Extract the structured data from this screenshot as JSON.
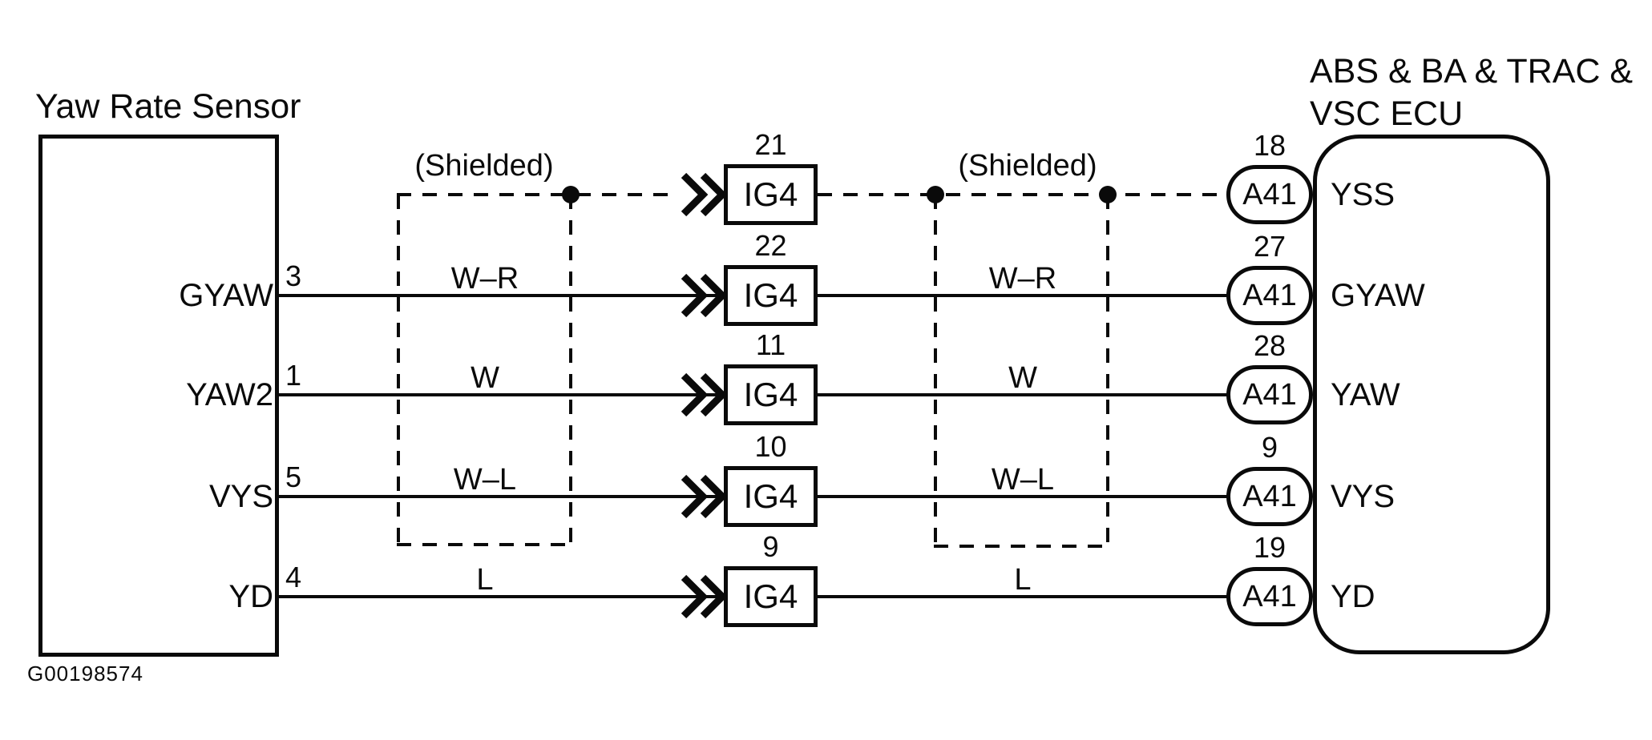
{
  "diagram": {
    "figure_id": "G00198574",
    "colors": {
      "line": "#0a0a0a",
      "background": "#ffffff"
    },
    "sensor": {
      "title": "Yaw Rate Sensor"
    },
    "ecu": {
      "title_line1": "ABS & BA & TRAC &",
      "title_line2": "VSC ECU",
      "connector": "A41"
    },
    "inline_connector": "IG4",
    "shield": {
      "left_label": "(Shielded)",
      "right_label": "(Shielded)"
    },
    "rows": [
      {
        "signal": "YSS",
        "ig4_pin": "21",
        "ecu_pin": "18",
        "wire_type": "shield-drain"
      },
      {
        "sensor_label": "GYAW",
        "sensor_pin": "3",
        "wire_left": "W–R",
        "ig4_pin": "22",
        "wire_right": "W–R",
        "ecu_pin": "27",
        "signal": "GYAW"
      },
      {
        "sensor_label": "YAW2",
        "sensor_pin": "1",
        "wire_left": "W",
        "ig4_pin": "11",
        "wire_right": "W",
        "ecu_pin": "28",
        "signal": "YAW"
      },
      {
        "sensor_label": "VYS",
        "sensor_pin": "5",
        "wire_left": "W–L",
        "ig4_pin": "10",
        "wire_right": "W–L",
        "ecu_pin": "9",
        "signal": "VYS"
      },
      {
        "sensor_label": "YD",
        "sensor_pin": "4",
        "wire_left": "L",
        "ig4_pin": "9",
        "wire_right": "L",
        "ecu_pin": "19",
        "signal": "YD"
      }
    ]
  }
}
